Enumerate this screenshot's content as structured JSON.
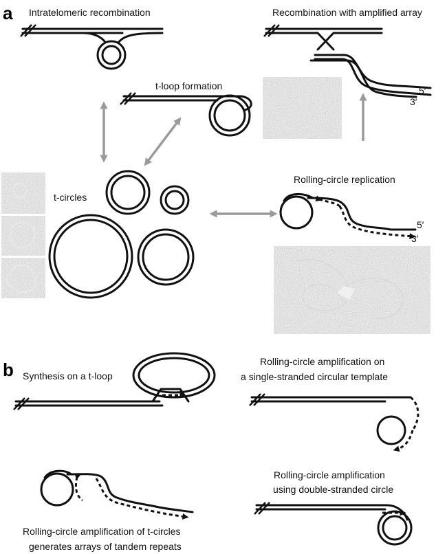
{
  "panels": {
    "a": "a",
    "b": "b"
  },
  "labels": {
    "intratelomeric": "Intratelomeric recombination",
    "recombination_amplified": "Recombination with amplified array",
    "t_loop_formation": "t-loop formation",
    "t_circles": "t-circles",
    "rolling_circle_replication": "Rolling-circle replication",
    "synthesis_t_loop": "Synthesis on a t-loop",
    "rca_single_line1": "Rolling-circle amplification on",
    "rca_single_line2": "a single-stranded circular template",
    "rca_double_line1": "Rolling-circle amplification",
    "rca_double_line2": "using double-stranded circle",
    "rca_tcircles_line1": "Rolling-circle amplification of t-circles",
    "rca_tcircles_line2": "generates arrays of tandem repeats"
  },
  "ends": {
    "five_prime": "5′",
    "three_prime": "3′"
  },
  "colors": {
    "dna": "#111111",
    "arrow_gray": "#9a9a9a",
    "micrograph": "#8c8c8c"
  }
}
